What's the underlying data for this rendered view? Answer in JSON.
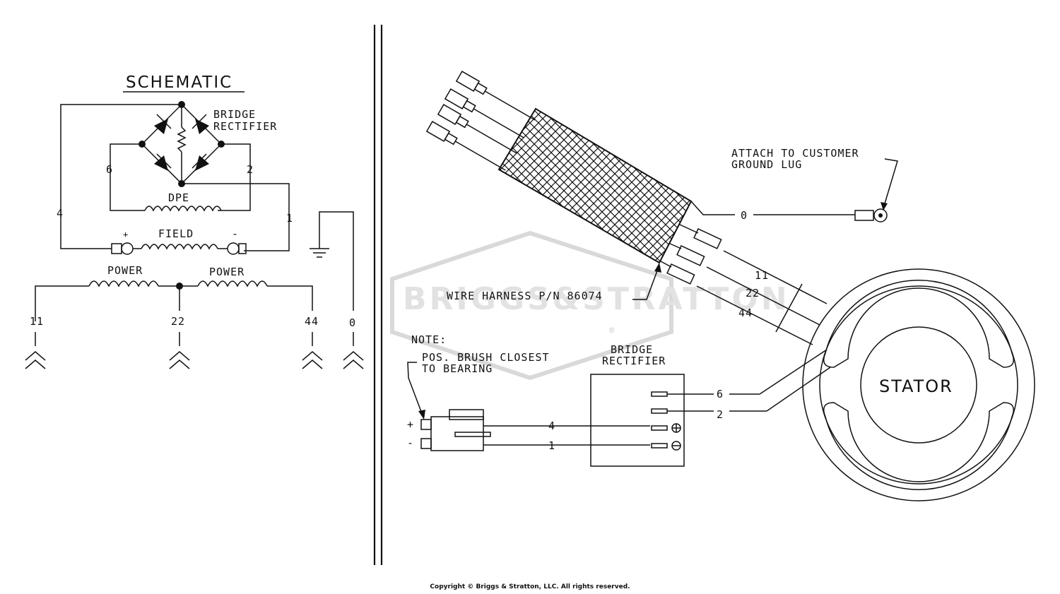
{
  "watermark": {
    "text": "BRIGGS&STRATTON",
    "reg": "®"
  },
  "schematic": {
    "title": "SCHEMATIC",
    "bridge_label_1": "BRIDGE",
    "bridge_label_2": "RECTIFIER",
    "wire_6": "6",
    "wire_2": "2",
    "wire_4": "4",
    "wire_1": "1",
    "dpe": "DPE",
    "field": "FIELD",
    "field_plus": "+",
    "field_minus": "-",
    "power_left": "POWER",
    "power_right": "POWER",
    "term_11": "11",
    "term_22": "22",
    "term_44": "44",
    "term_0": "0"
  },
  "wiring": {
    "attach_1": "ATTACH TO CUSTOMER",
    "attach_2": "GROUND LUG",
    "ground_wire": "0",
    "wire_11": "11",
    "wire_22": "22",
    "wire_44": "44",
    "harness": "WIRE HARNESS P/N 86074",
    "note": "NOTE:",
    "note_1": "POS. BRUSH CLOSEST",
    "note_2": "TO BEARING",
    "bridge_1": "BRIDGE",
    "bridge_2": "RECTIFIER",
    "rect_6": "6",
    "rect_2": "2",
    "brush_4": "4",
    "brush_1": "1",
    "brush_plus": "+",
    "brush_minus": "-",
    "stator": "STATOR"
  },
  "copyright": "Copyright © Briggs & Stratton, LLC. All rights reserved."
}
